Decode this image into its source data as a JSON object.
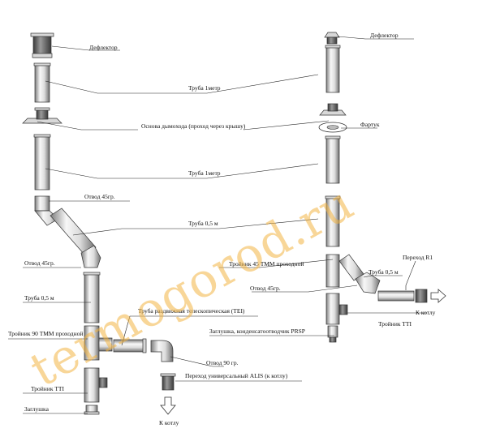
{
  "watermark": "termogorod.ru",
  "left_labels": {
    "deflector": "Дефлектор",
    "pipe_1m_top": "Труба 1метр",
    "roof_base": "Основа дымохода (проход через крышу)",
    "pipe_1m_mid": "Труба 1метр",
    "elbow_45_top": "Отвод 45гр.",
    "pipe_05m_diag": "Труба 0,5 м",
    "elbow_45_low": "Отвод 45гр.",
    "pipe_05m_vert": "Труба 0,5 м",
    "telescopic": "Труба  раздвижная телескопическая (TEI)",
    "tee_90": "Тройник 90 ТММ проходной",
    "elbow_90": "Отвод 90 гр.",
    "adapter_alis": "Переход универсальный ALIS (к котлу)",
    "tee_tti": "Тройник TTI",
    "cap": "Заглушка",
    "to_boiler": "К котлу"
  },
  "right_labels": {
    "deflector": "Дефлектор",
    "apron": "Фартук",
    "tee_45": "Тройник 45 ТММ проходной",
    "pipe_05m": "Труба 0,5 м",
    "adapter_r1": "Переход R1",
    "elbow_45": "Отвод 45гр.",
    "to_boiler": "К котлу",
    "tee_tti": "Тройник TTI",
    "cap_condensate": "Заглушка, конденсатоотводчик PRSP"
  },
  "colors": {
    "line": "#222222",
    "pipe_light": "#f4f4f4",
    "pipe_dark": "#8a8a8a",
    "watermark": "#f2b544"
  }
}
